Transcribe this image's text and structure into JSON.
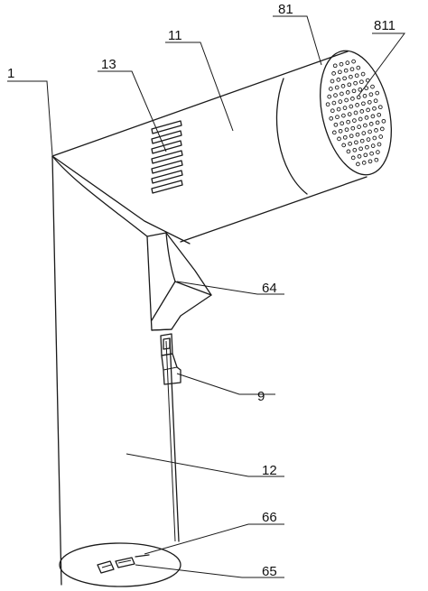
{
  "labels": {
    "body": "1",
    "grille": "81",
    "grille_holes": "811",
    "head": "11",
    "vents": "13",
    "neck": "64",
    "switch": "9",
    "handle": "12",
    "base_mark": "66",
    "base_slot": "65"
  },
  "colors": {
    "line": "#1a1a1a",
    "background": "#ffffff"
  }
}
